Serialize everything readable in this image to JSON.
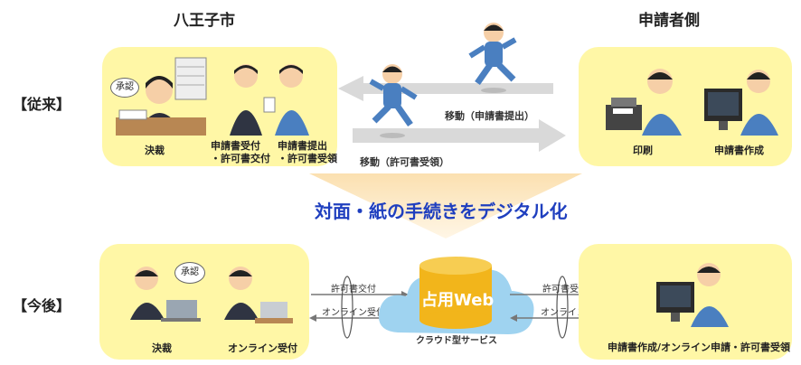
{
  "headers": {
    "city": "八王子市",
    "applicant": "申請者側"
  },
  "rows": {
    "before": "【従来】",
    "after": "【今後】"
  },
  "banner": "対面・紙の手続きをデジタル化",
  "before": {
    "city_captions": {
      "decision": "決裁",
      "receive_line1": "申請書受付",
      "receive_line2": "・許可書交付",
      "submit_line1": "申請書提出",
      "submit_line2": "・許可書受領"
    },
    "approval_bubble": "承認",
    "arrow_top": "移動（申請書提出）",
    "arrow_bottom": "移動（許可書受領）",
    "applicant_captions": {
      "print": "印刷",
      "create": "申請書作成"
    }
  },
  "after": {
    "approval_bubble": "承認",
    "city_captions": {
      "decision": "決裁",
      "online_receive": "オンライン受付"
    },
    "left_arrows": {
      "top": "許可書交付",
      "bottom": "オンライン受付"
    },
    "cloud": {
      "title": "占用Web",
      "subtitle": "クラウド型サービス"
    },
    "right_arrows": {
      "top": "許可書受領",
      "bottom": "オンライン申請"
    },
    "applicant_caption": "申請書作成/オンライン申請・許可書受領"
  },
  "colors": {
    "panel": "#fff7a6",
    "uniform": "#4a7fc0",
    "banner_text": "#1f3fbf",
    "cloud": "#9fd3f0",
    "database": "#f2b51b",
    "funnel": "#fbe0b0",
    "arrow_gray": "#d9d9d9"
  }
}
